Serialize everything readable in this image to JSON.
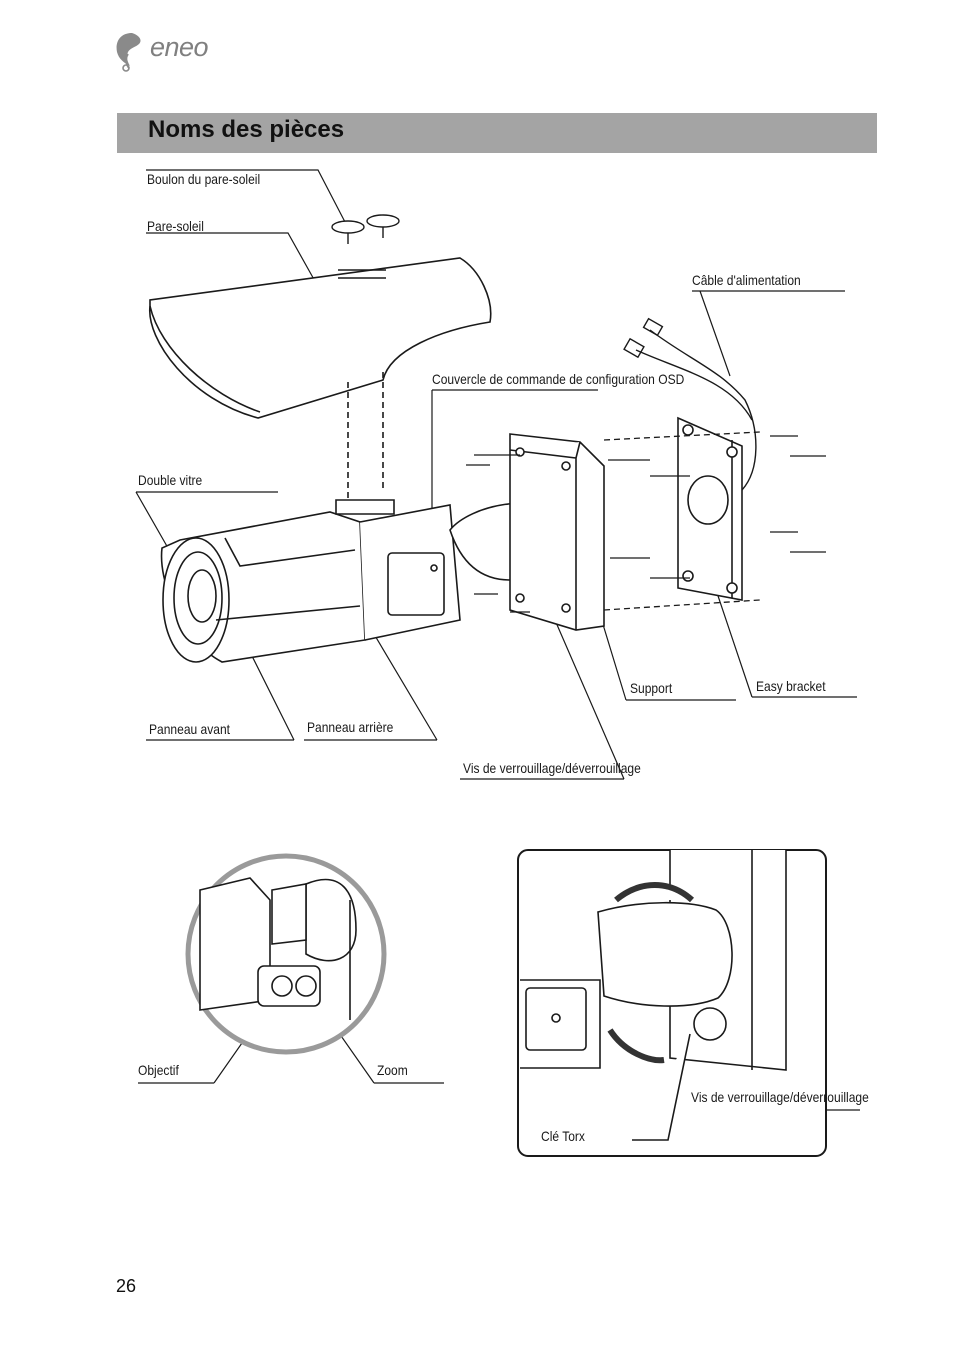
{
  "header": {
    "brand": "eneo"
  },
  "section": {
    "title": "Noms des pièces"
  },
  "labels": {
    "sunshield_bolt": "Boulon du pare-soleil",
    "sunshield": "Pare-soleil",
    "power_cable": "Câble d'alimentation",
    "osd_cover": "Couvercle de commande de configuration OSD",
    "double_glass": "Double vitre",
    "support": "Support",
    "easy_bracket": "Easy bracket",
    "front_panel": "Panneau avant",
    "rear_panel": "Panneau arrière",
    "lock_screw": "Vis de verrouillage/déverrouillage",
    "lens": "Objectif",
    "zoom": "Zoom",
    "lock_screw_detail": "Vis de verrouillage/déverrouillage",
    "torx_key": "Clé Torx"
  },
  "footer": {
    "page_number": "26"
  }
}
